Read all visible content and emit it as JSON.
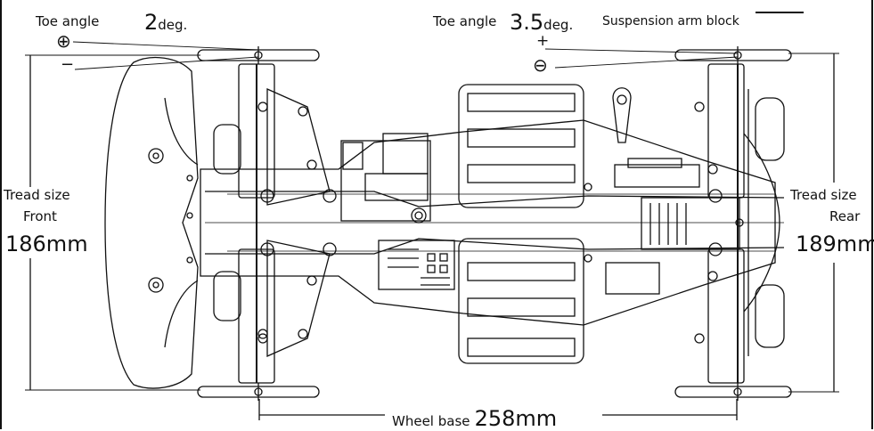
{
  "toe_front": {
    "label": "Toe angle",
    "value": "2",
    "unit": "deg.",
    "plus": "⊕",
    "minus": "−"
  },
  "toe_rear": {
    "label": "Toe angle",
    "value": "3.5",
    "unit": "deg.",
    "plus": "+",
    "minus": "⊖"
  },
  "suspension": {
    "label": "Suspension arm block"
  },
  "tread_front": {
    "title": "Tread size",
    "side": "Front",
    "value": "186mm"
  },
  "tread_rear": {
    "title": "Tread size",
    "side": "Rear",
    "value": "189mm"
  },
  "wheelbase": {
    "label": "Wheel base",
    "value": "258mm"
  },
  "colors": {
    "line": "#111111",
    "background": "#ffffff"
  }
}
